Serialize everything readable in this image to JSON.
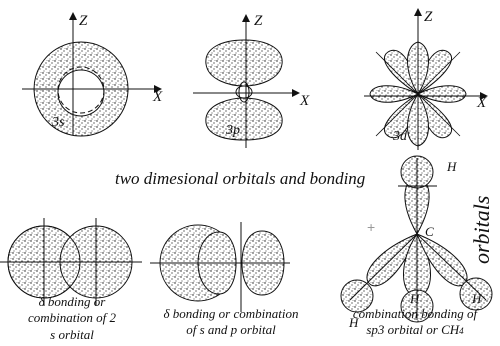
{
  "figure": {
    "axes": {
      "z": "Z",
      "x": "X"
    },
    "orbital_labels": {
      "s": "3s",
      "p": "3p",
      "d": "3d"
    },
    "caption": "two dimesional orbitals and bonding",
    "side_label": "orbitals",
    "atom_labels": {
      "h": "H",
      "c": "C"
    },
    "bonding": {
      "ss": {
        "line1": "δ bonding or",
        "line2": "combination of 2",
        "line3": "s orbital"
      },
      "sp": {
        "line1": "δ bonding or combination",
        "line2": "of s and p orbital"
      },
      "sp3": {
        "line1": "combination bonding of",
        "line2": "sp3 orbital or CH",
        "subscript": "4"
      }
    },
    "colors": {
      "ink": "#111111",
      "shade": "#ffffff",
      "plus_sign": "#999999"
    }
  }
}
